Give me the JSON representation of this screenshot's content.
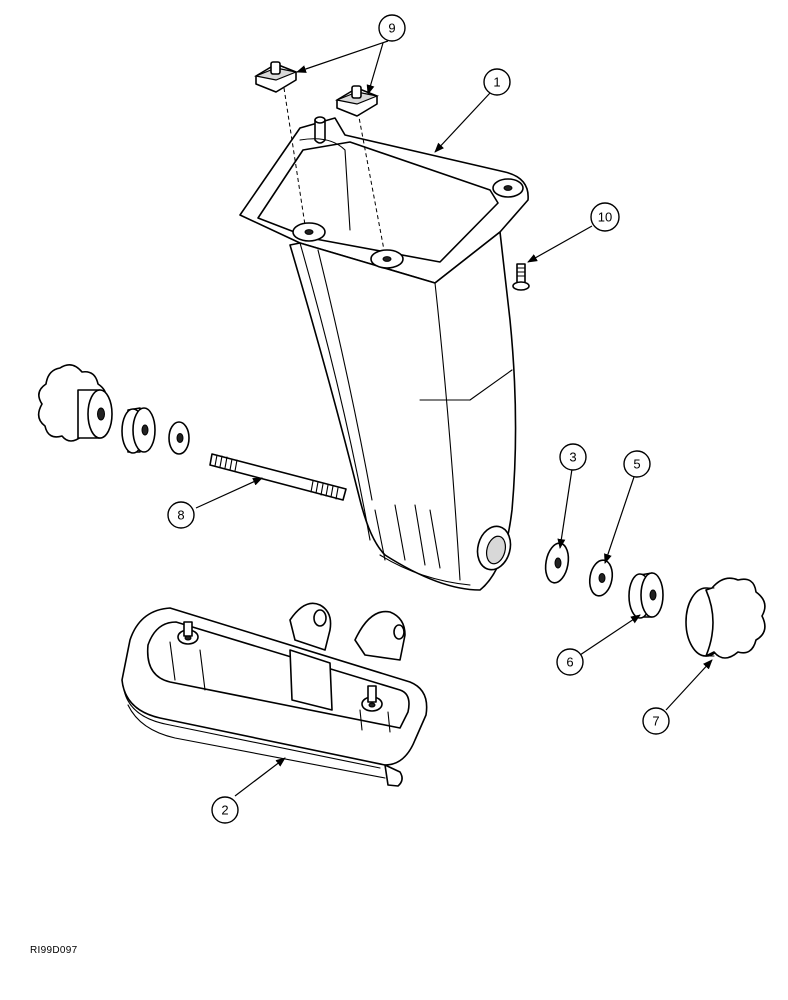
{
  "callouts": [
    {
      "id": "1",
      "label": "1"
    },
    {
      "id": "2",
      "label": "2"
    },
    {
      "id": "3",
      "label": "3"
    },
    {
      "id": "5",
      "label": "5"
    },
    {
      "id": "6",
      "label": "6"
    },
    {
      "id": "7",
      "label": "7"
    },
    {
      "id": "8",
      "label": "8"
    },
    {
      "id": "9",
      "label": "9"
    },
    {
      "id": "10",
      "label": "10"
    }
  ],
  "reference_code": "RI99D097"
}
